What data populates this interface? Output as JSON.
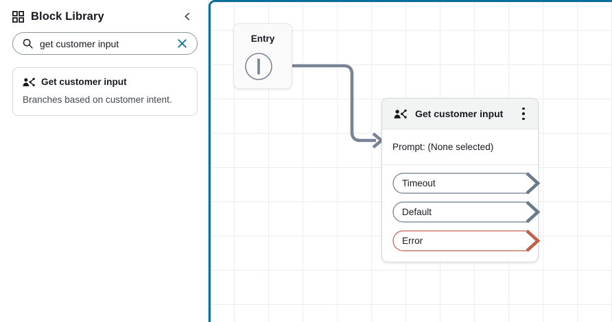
{
  "sidebar": {
    "title": "Block Library",
    "grid_icon": "grid-icon",
    "collapse_icon": "chevron-left-icon",
    "search": {
      "value": "get customer input",
      "placeholder": "Search blocks",
      "search_icon": "search-icon",
      "clear_icon": "close-icon",
      "clear_color": "#0a6e9c"
    },
    "blocks": [
      {
        "icon": "get-customer-input-icon",
        "title": "Get customer input",
        "description": "Branches based on customer intent."
      }
    ]
  },
  "canvas": {
    "focus_color": "#0a6e9c",
    "grid_color": "#ededed",
    "connector_color": "#788496",
    "entry_node": {
      "label": "Entry",
      "port_icon": "entry-port-icon"
    },
    "node": {
      "icon": "get-customer-input-icon",
      "title": "Get customer input",
      "menu_icon": "more-vertical-icon",
      "body_text": "Prompt: (None selected)",
      "branches": [
        {
          "label": "Timeout",
          "color": "#697a8b"
        },
        {
          "label": "Default",
          "color": "#697a8b"
        },
        {
          "label": "Error",
          "color": "#c0614c"
        }
      ]
    }
  }
}
